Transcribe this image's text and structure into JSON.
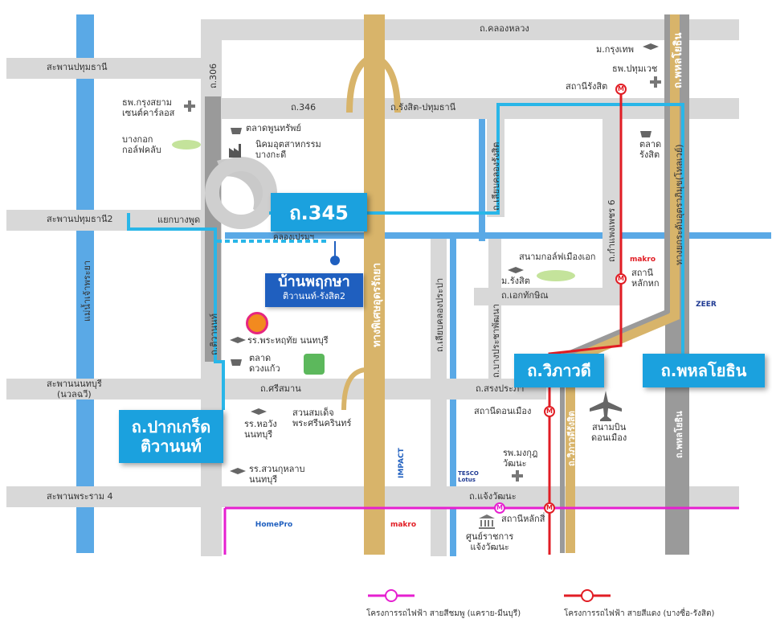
{
  "roads": {
    "top": "ถ.คลองหลวง",
    "r346": "ถ.346",
    "rangsit_pathum": "ถ.รังสิต-ปทุมธานี",
    "r306": "ถ.306",
    "r345_callout": "ถ.345",
    "tiwanon": "ถ.ติวานนท์",
    "pakkret": "ถ.ปากเกร็ด\nติวานนท์",
    "srisaman": "ถ.ศรีสมาน",
    "songprapa": "ถ.สรงประภา",
    "chaeng": "ถ.แจ้งวัฒนะ",
    "ekthakin": "ถ.เอกทักษิณ",
    "liap_klong_rangsit": "ถ.เลียบคลองรังสิต",
    "kamphaeng6": "ถ.กำแพงเพชร 6",
    "liap_klong_prapa": "ถ.เลียบคลองประปา",
    "bangkok_prapa": "ถ.บางประชาพัฒนา",
    "vibhavadi_callout": "ถ.วิภาวดี",
    "phahon_callout": "ถ.พหลโยธิน",
    "vibhavadi_v": "ถ.วิภาวดีรังสิต",
    "phahon_v": "ถ.พหลโยธิน",
    "phahon_top": "ถ.พหลโยธิน",
    "expressway_uttara": "ทางพิเศษอุดรรัถยา",
    "expressway_phahon": "ทางยกระดับอุตราภิมุข(โทลเวย์)",
    "klong_label": "คลองเปรมฯ"
  },
  "bridges": {
    "pathumthani": "สะพานปทุมธานี",
    "pathumthani2": "สะพานปทุมธานี2",
    "nonthaburi": "สะพานนนทบุรี\n(นวลฉวี)",
    "rama4": "สะพานพระราม 4"
  },
  "river": "แม่น้ำเจ้าพระยา",
  "places": {
    "krungsiam": "ธพ.กรุงสยาม\nเซนต์คาร์ลอส",
    "bangkok_golf": "บางกอก\nกอล์ฟคลับ",
    "talad_phoonsap": "ตลาดพูนทรัพย์",
    "industrial": "นิคมอุตสาหกรรม\nบางกะดี",
    "junction_bangpho": "แยกบางพูด",
    "project_name": "บ้านพฤกษา",
    "project_sub": "ติวานนท์-รังสิต2",
    "school_pracha": "รร.พระหฤทัย นนทบุรี",
    "talad_duangkaew": "ตลาด\nดวงแก้ว",
    "suan_somdet": "สวนสมเด็จ\nพระศรีนครินทร์",
    "school_horawang": "รร.หอวัง\nนนทบุรี",
    "school_suankularb": "รร.สวนกุหลาบ\nนนทบุรี",
    "bangkok_u": "ม.กรุงเทพ",
    "hosp_pathumvech": "ธพ.ปทุมเวช",
    "station_rangsit": "สถานีรังสิต",
    "talad_rangsit": "ตลาด\nรังสิต",
    "golf_muang_ek": "สนามกอล์ฟเมืองเอก",
    "u_rangsit": "ม.รังสิต",
    "station_laksi": "สถานี\nหลักหก",
    "station_donmuang": "สถานีดอนเมือง",
    "airport": "สนามบิน\nดอนเมือง",
    "hosp_mongkut": "รพ.มงกุฎ\nวัฒนะ",
    "station_laksi2": "สถานีหลักสี่",
    "govt_center": "ศูนย์ราชการ\nแจ้งวัฒนะ"
  },
  "logos": {
    "makro": "makro",
    "homepro": "HomePro",
    "impact": "IMPACT",
    "tesco": "TESCO\nLotus",
    "zeer": "ZEER"
  },
  "legend": {
    "station_glyph": "M",
    "pink_line": "โครงการรถไฟฟ้า สายสีชมพู (แคราย-มีนบุรี)",
    "red_line": "โครงการรถไฟฟ้า สายสีแดง (บางซื่อ-รังสิต)"
  },
  "colors": {
    "river": "#5aa9e6",
    "highway": "#d8b46a",
    "callout": "#1ba1de",
    "red_line": "#e11d24",
    "pink_line": "#e61fd0",
    "project_blue": "#1f5fbf"
  }
}
